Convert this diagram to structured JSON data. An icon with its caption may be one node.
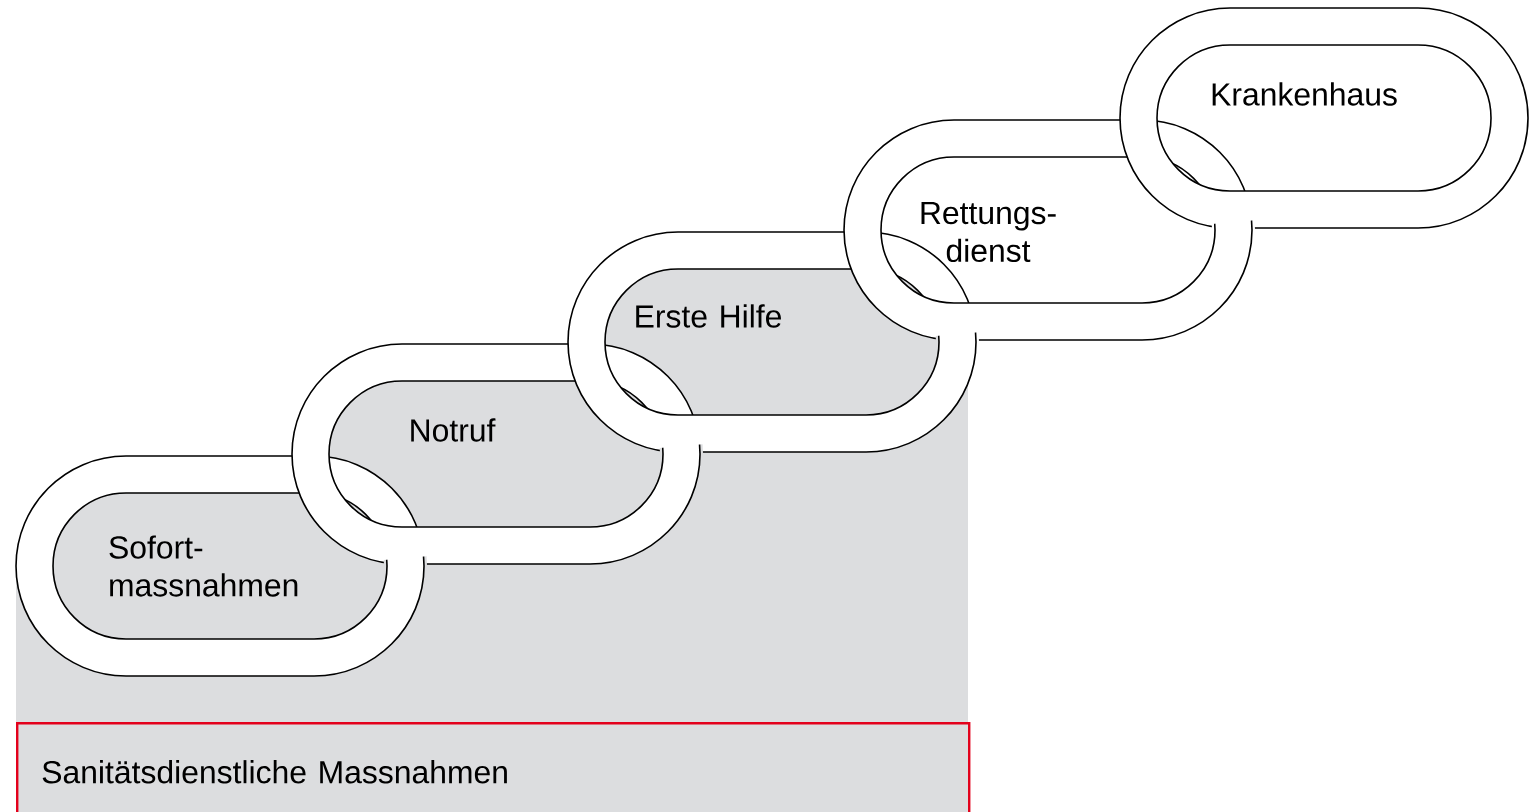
{
  "diagram": {
    "nodes": [
      {
        "text": [
          "Sofort- massnahmen"
        ]
      },
      {
        "text": [
          "Notruf"
        ]
      },
      {
        "text": [
          "Erste Hilfe"
        ]
      },
      {
        "text": [
          "Rettungs- dienst"
        ]
      },
      {
        "text": [
          "Krankenhaus"
        ]
      },
      {
        "text": [
          "Sanitätsdienstliche Massnahmen"
        ]
      }
    ]
  }
}
